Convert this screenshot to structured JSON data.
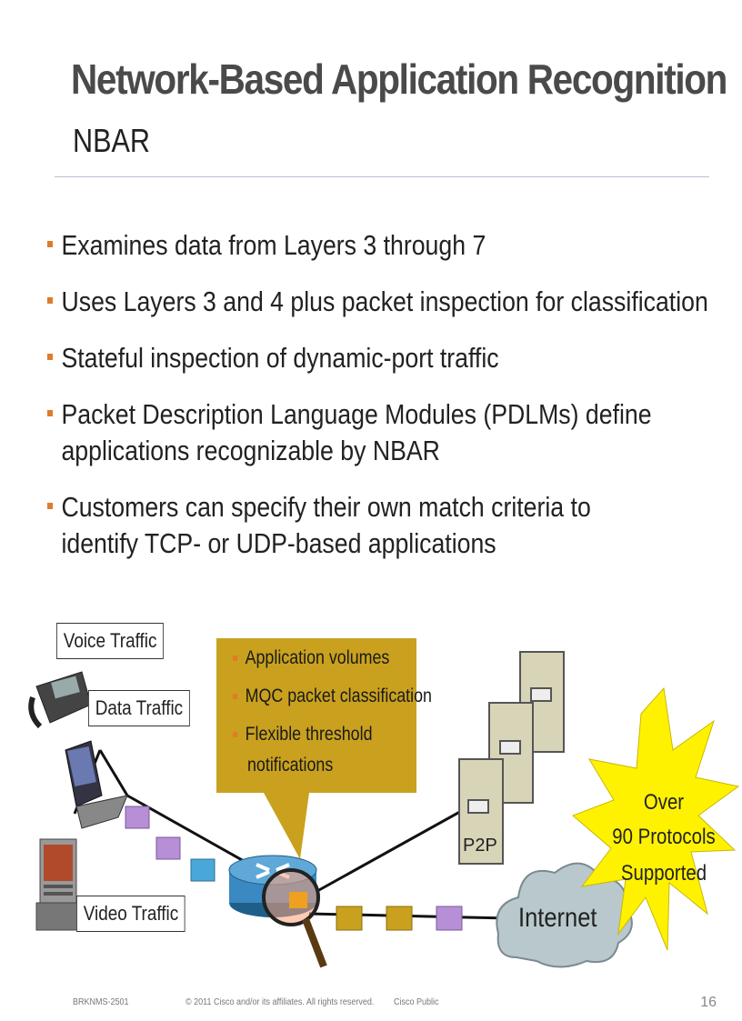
{
  "title": "Network-Based Application Recognition",
  "subtitle": "NBAR",
  "bullets": [
    "Examines data from Layers 3 through 7",
    "Uses Layers 3 and 4 plus packet inspection for classification",
    "Stateful inspection of dynamic-port traffic",
    "Packet Description Language Modules (PDLMs) define applications recognizable by NBAR",
    "Customers can specify their own match criteria to identify TCP- or UDP-based applications"
  ],
  "diagram": {
    "voice_label": "Voice Traffic",
    "data_label": "Data Traffic",
    "video_label": "Video Traffic",
    "callout_items": [
      "Application volumes",
      "MQC packet classification",
      "Flexible threshold",
      "notifications"
    ],
    "p2p_label": "P2P",
    "internet_label": "Internet",
    "star_lines": [
      "Over",
      "90 Protocols",
      "Supported"
    ]
  },
  "footer": {
    "session": "BRKNMS-2501",
    "copyright": "© 2011 Cisco and/or its affiliates. All rights reserved.",
    "classification": "Cisco Public",
    "page": "16"
  },
  "colors": {
    "accent_bullet": "#e07b2a",
    "callout": "#c9a11e",
    "packet_purple": "#b68fd6",
    "packet_blue": "#4aa8d8",
    "packet_gold": "#c9a11e",
    "star": "#fff200",
    "cloud": "#b8c8cc"
  }
}
